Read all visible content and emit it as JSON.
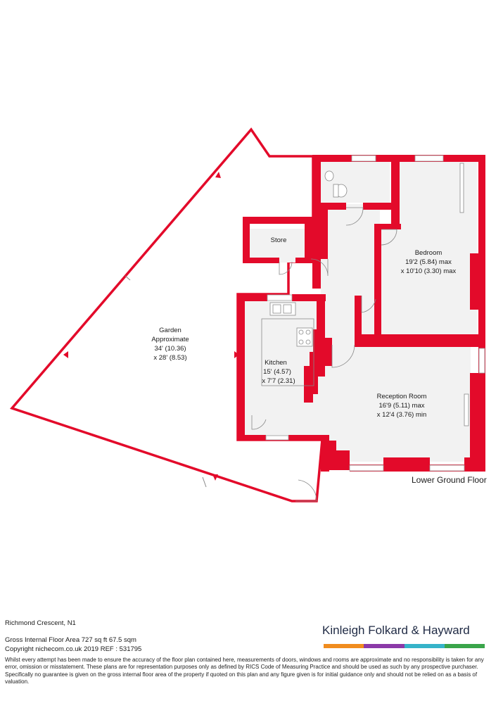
{
  "colors": {
    "wall": "#e30a2a",
    "floor": "#f2f2f2",
    "brand": [
      "#f08c1e",
      "#8b3aa8",
      "#36b3c9",
      "#3aa54a"
    ]
  },
  "rooms": {
    "garden": {
      "name": "Garden",
      "lines": [
        "Approximate",
        "34' (10.36)",
        "x 28' (8.53)"
      ]
    },
    "store": {
      "name": "Store",
      "lines": []
    },
    "bedroom": {
      "name": "Bedroom",
      "lines": [
        "19'2 (5.84) max",
        "x 10'10 (3.30) max"
      ]
    },
    "kitchen": {
      "name": "Kitchen",
      "lines": [
        "15' (4.57)",
        "x 7'7 (2.31)"
      ]
    },
    "reception": {
      "name": "Reception Room",
      "lines": [
        "16'9 (5.11) max",
        "x 12'4 (3.76) min"
      ]
    }
  },
  "floor_label": "Lower Ground Floor",
  "footer": {
    "address": "Richmond Crescent, N1",
    "area": "Gross Internal Floor Area 727 sq ft 67.5  sqm",
    "copyright": "Copyright nichecom.co.uk 2019 REF : 531795",
    "disclaimer": "Whilst every attempt has been made to ensure the accuracy of the floor plan contained here, measurements of doors, windows and rooms are approximate and no responsibility is taken for any error, omission or misstatement. These plans are for representation purposes only as defined by RICS Code of Measuring Practice and should be used as such by any prospective purchaser. Specifically no guarantee is given on the gross internal floor area of the property if quoted on this plan and any figure given is for initial guidance only and should not be relied on as a basis of valuation."
  },
  "brand": {
    "name": "Kinleigh Folkard & Hayward"
  }
}
